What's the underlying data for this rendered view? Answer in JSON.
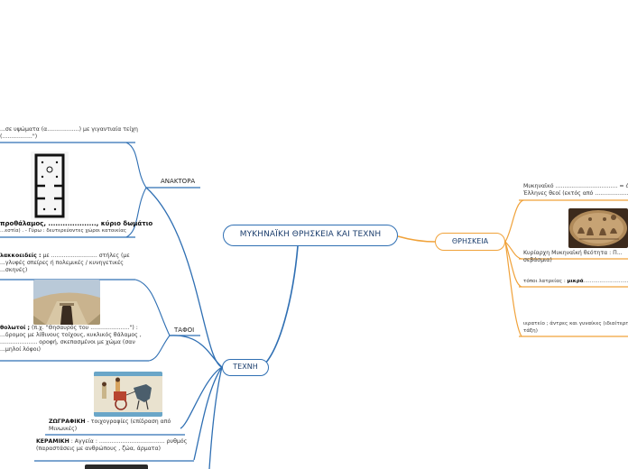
{
  "central": {
    "title": "ΜΥΚΗΝΑΪΚΗ ΘΡΗΣΚΕΙΑ ΚΑΙ ΤΕΧΝΗ"
  },
  "branches": {
    "techni": {
      "label": "ΤΕΧΝΗ"
    },
    "thriskeia": {
      "label": "ΘΡΗΣΚΕΙΑ"
    },
    "anaktora": {
      "label": "ΑΝΑΚΤΟΡΑ"
    },
    "tafoi": {
      "label": "ΤΑΦΟΙ"
    }
  },
  "leaves": {
    "anaktora_walls": {
      "line1": "...σε υψώματα (α..................) με γιγαντιαία τείχη",
      "line2": "(.................\")"
    },
    "anaktora_megaro_title": "προθάλαμος, ...................., κύριο δωμάτιο",
    "anaktora_megaro_sub": "...εστία) . - Γύρω : δευτερεύοντες χώροι κατοικίας",
    "tafoi_lakkoeideis_bold": "λακκοειδείς :",
    "tafoi_lakkoeideis_rest": "με .......................... στήλες (με",
    "tafoi_lakkoeideis_l2": "...γλυφές σπείρες ή πολεμικές / κυνηγετικές",
    "tafoi_lakkoeideis_l3": "...σκηνές)",
    "tafoi_tholotoi_bold": "θολωτοί ;",
    "tafoi_tholotoi_rest": "(π.χ. \"Θησαυρός του ......................\") :",
    "tafoi_tholotoi_l2": "...δρομος με λίθινους τοίχους, κυκλικός θάλαμος ,",
    "tafoi_tholotoi_l3": "..................... οροφή, σκεπασμένοι με χώμα (σαν",
    "tafoi_tholotoi_l4": "...μηλοί λόφοι)",
    "zografiki_bold": "ΖΩΓΡΑΦΙΚΗ",
    "zografiki_rest": "- τοιχογραφίες (επίδραση από",
    "zografiki_l2": "Μινωικές)",
    "keramiki_bold": "ΚΕΡΑΜΙΚΗ",
    "keramiki_rest": ": Αγγεία : ..................................... ρυθμός",
    "keramiki_l2": "(παραστάσεις με ανθρώπους , ζώα, άρματα)",
    "thr_theoi_l1": "Μυκηναϊκό ................................... = όλ",
    "thr_theoi_l2": "Έλληνες θεοί (εκτός από .....................",
    "thr_theotita_l1": "Κυρίαρχη Μυκηναϊκή θεότητα : Π...",
    "thr_theotita_l2": "σεβάσμια)",
    "thr_topoi_rest": "τόποι λατρείας :",
    "thr_topoi_bold": "μικρά",
    "thr_topoi_tail": "....................................",
    "thr_ierateio_l1": "ιερατείο ; άντρες και γυναίκες (ιδιαίτερη",
    "thr_ierateio_l2": "τάξη)"
  },
  "colors": {
    "blue": "#2f6fb3",
    "orange": "#f0a23a",
    "dark_blue": "#1d3f6e"
  },
  "icons": {
    "megaro_plan": "megaron-floor-plan",
    "tholos_tomb": "tholos-tomb-photo",
    "chariot_fresco": "chariot-fresco-image",
    "ring_seal": "gold-ring-seal-image",
    "pottery": "pottery-image"
  }
}
